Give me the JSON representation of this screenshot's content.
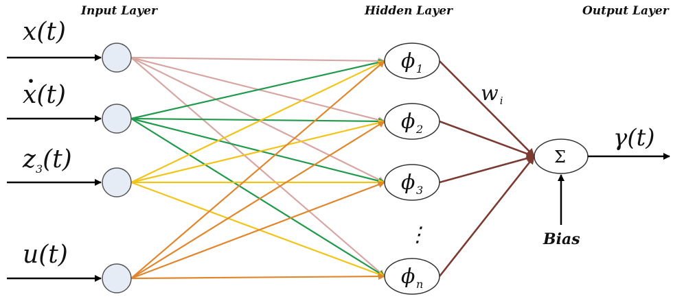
{
  "titles": {
    "input": "Input Layer",
    "hidden": "Hidden Layer",
    "output": "Output Layer"
  },
  "inputs": [
    {
      "main": "x",
      "dot": false,
      "sub": "",
      "arg": "(t)"
    },
    {
      "main": "x",
      "dot": true,
      "sub": "",
      "arg": "(t)"
    },
    {
      "main": "z",
      "dot": false,
      "sub": "3",
      "arg": "(t)"
    },
    {
      "main": "u",
      "dot": false,
      "sub": "",
      "arg": "(t)"
    }
  ],
  "hidden": {
    "symbol": "ϕ",
    "subscripts": [
      "1",
      "2",
      "3",
      "n"
    ],
    "ellipsis": "⋮"
  },
  "weights": {
    "symbol": "w",
    "subscript": "i"
  },
  "output": {
    "sum_symbol": "Σ",
    "label": "γ(t)",
    "bias": "Bias"
  },
  "colors": {
    "input_node_fill": "#e6ecf6",
    "input_1_connections": "#d7a6a2",
    "input_2_connections": "#1e9a4a",
    "input_3_connections": "#f2c418",
    "input_4_connections": "#e0862c",
    "hidden_to_output": "#7b3a32",
    "arrows": "#000000"
  }
}
